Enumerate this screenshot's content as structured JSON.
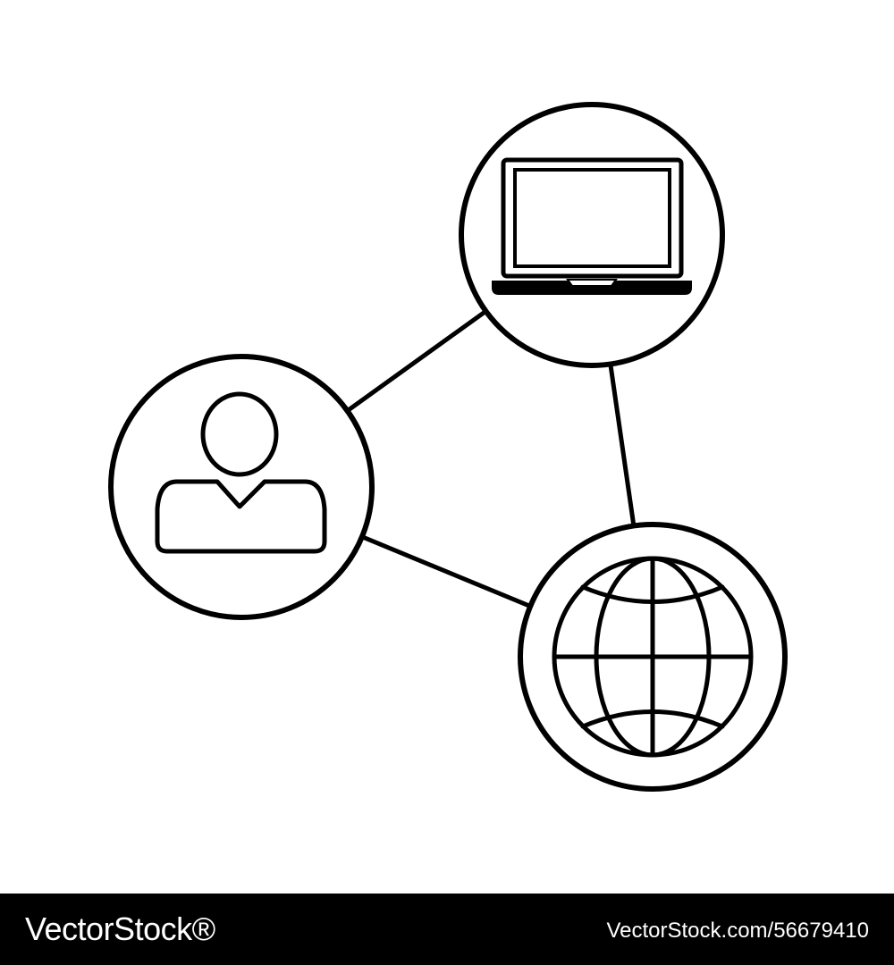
{
  "diagram": {
    "nodes": [
      {
        "id": "person",
        "icon": "user-icon"
      },
      {
        "id": "laptop",
        "icon": "laptop-icon"
      },
      {
        "id": "globe",
        "icon": "globe-icon"
      }
    ],
    "edges": [
      {
        "from": "person",
        "to": "laptop"
      },
      {
        "from": "laptop",
        "to": "globe"
      },
      {
        "from": "person",
        "to": "globe"
      }
    ],
    "colors": {
      "stroke": "#000000",
      "background": "#ffffff",
      "footer_background": "#000000",
      "footer_text": "#ffffff"
    }
  },
  "footer": {
    "brand": "VectorStock®",
    "image_id": "VectorStock.com/56679410"
  }
}
